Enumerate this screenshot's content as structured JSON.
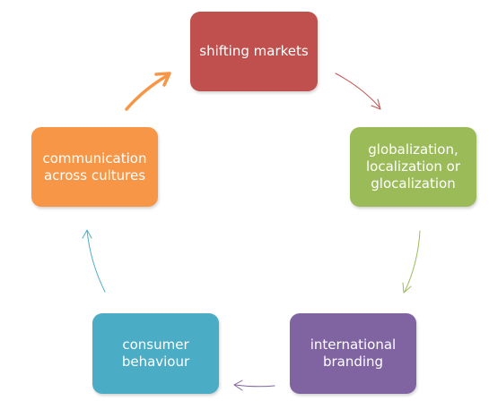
{
  "diagram": {
    "nodes": [
      {
        "id": "shifting",
        "label": "shifting markets",
        "color": "#c0504d"
      },
      {
        "id": "global",
        "label": "globalization, localization or glocalization",
        "color": "#9bbb59"
      },
      {
        "id": "brand",
        "label": "international branding",
        "color": "#8064a2"
      },
      {
        "id": "consumer",
        "label": "consumer behaviour",
        "color": "#4bacc6"
      },
      {
        "id": "comm",
        "label": "communication across cultures",
        "color": "#f79646"
      }
    ],
    "arrows": [
      {
        "from": "shifting",
        "to": "global",
        "color": "#c0504d"
      },
      {
        "from": "global",
        "to": "brand",
        "color": "#9bbb59"
      },
      {
        "from": "brand",
        "to": "consumer",
        "color": "#8064a2"
      },
      {
        "from": "consumer",
        "to": "comm",
        "color": "#4bacc6"
      },
      {
        "from": "comm",
        "to": "shifting",
        "color": "#f79646"
      }
    ]
  }
}
